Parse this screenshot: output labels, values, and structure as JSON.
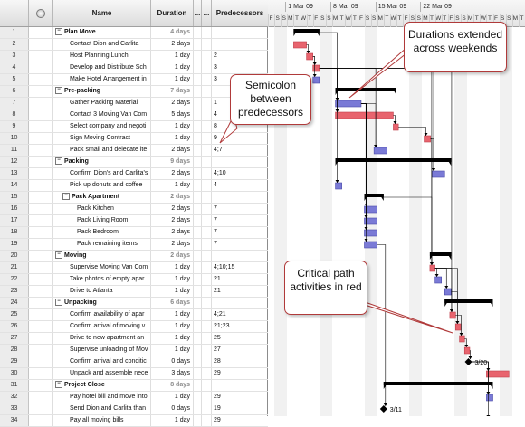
{
  "columns": {
    "number": "",
    "indicators": "",
    "name": "Name",
    "duration": "Duration",
    "extra1": "...",
    "extra2": "...",
    "predecessors": "Predecessors"
  },
  "rows": [
    {
      "id": "1",
      "name": "Plan Move",
      "duration": "4 days",
      "pred": "",
      "summary": true,
      "level": 0
    },
    {
      "id": "2",
      "name": "Contact Dion and Carlita",
      "duration": "2 days",
      "pred": "",
      "summary": false,
      "level": 1
    },
    {
      "id": "3",
      "name": "Host Planning Lunch",
      "duration": "1 day",
      "pred": "2",
      "summary": false,
      "level": 1
    },
    {
      "id": "4",
      "name": "Develop and Distribute Sch",
      "duration": "1 day",
      "pred": "3",
      "summary": false,
      "level": 1
    },
    {
      "id": "5",
      "name": "Make Hotel Arrangement in",
      "duration": "1 day",
      "pred": "3",
      "summary": false,
      "level": 1
    },
    {
      "id": "6",
      "name": "Pre-packing",
      "duration": "7 days",
      "pred": "",
      "summary": true,
      "level": 0
    },
    {
      "id": "7",
      "name": "Gather Packing Material",
      "duration": "2 days",
      "pred": "1",
      "summary": false,
      "level": 1
    },
    {
      "id": "8",
      "name": "Contact 3 Moving Van Com",
      "duration": "5 days",
      "pred": "4",
      "summary": false,
      "level": 1
    },
    {
      "id": "9",
      "name": "Select company and negoti",
      "duration": "1 day",
      "pred": "8",
      "summary": false,
      "level": 1
    },
    {
      "id": "10",
      "name": "Sign Moving Contract",
      "duration": "1 day",
      "pred": "9",
      "summary": false,
      "level": 1
    },
    {
      "id": "11",
      "name": "Pack small and delecate ite",
      "duration": "2 days",
      "pred": "4;7",
      "summary": false,
      "level": 1
    },
    {
      "id": "12",
      "name": "Packing",
      "duration": "9 days",
      "pred": "",
      "summary": true,
      "level": 0
    },
    {
      "id": "13",
      "name": "Confirm Dion's and Carlita's",
      "duration": "2 days",
      "pred": "4;10",
      "summary": false,
      "level": 1
    },
    {
      "id": "14",
      "name": "Pick up donuts and coffee",
      "duration": "1 day",
      "pred": "4",
      "summary": false,
      "level": 1
    },
    {
      "id": "15",
      "name": "Pack Apartment",
      "duration": "2 days",
      "pred": "",
      "summary": true,
      "level": 1
    },
    {
      "id": "16",
      "name": "Pack Kitchen",
      "duration": "2 days",
      "pred": "7",
      "summary": false,
      "level": 2
    },
    {
      "id": "17",
      "name": "Pack Living Room",
      "duration": "2 days",
      "pred": "7",
      "summary": false,
      "level": 2
    },
    {
      "id": "18",
      "name": "Pack Bedroom",
      "duration": "2 days",
      "pred": "7",
      "summary": false,
      "level": 2
    },
    {
      "id": "19",
      "name": "Pack remaining items",
      "duration": "2 days",
      "pred": "7",
      "summary": false,
      "level": 2
    },
    {
      "id": "20",
      "name": "Moving",
      "duration": "2 days",
      "pred": "",
      "summary": true,
      "level": 0
    },
    {
      "id": "21",
      "name": "Supervise Moving Van Com",
      "duration": "1 day",
      "pred": "4;10;15",
      "summary": false,
      "level": 1
    },
    {
      "id": "22",
      "name": "Take photos of empty apar",
      "duration": "1 day",
      "pred": "21",
      "summary": false,
      "level": 1
    },
    {
      "id": "23",
      "name": "Drive to Atlanta",
      "duration": "1 day",
      "pred": "21",
      "summary": false,
      "level": 1
    },
    {
      "id": "24",
      "name": "Unpacking",
      "duration": "6 days",
      "pred": "",
      "summary": true,
      "level": 0
    },
    {
      "id": "25",
      "name": "Confirm availability of apar",
      "duration": "1 day",
      "pred": "4;21",
      "summary": false,
      "level": 1
    },
    {
      "id": "26",
      "name": "Confirm arrival of moving v",
      "duration": "1 day",
      "pred": "21;23",
      "summary": false,
      "level": 1
    },
    {
      "id": "27",
      "name": "Drive to new apartment an",
      "duration": "1 day",
      "pred": "25",
      "summary": false,
      "level": 1
    },
    {
      "id": "28",
      "name": "Supervise unloading of Mov",
      "duration": "1 day",
      "pred": "27",
      "summary": false,
      "level": 1
    },
    {
      "id": "29",
      "name": "Confirm arrival and conditic",
      "duration": "0 days",
      "pred": "28",
      "summary": false,
      "level": 1
    },
    {
      "id": "30",
      "name": "Unpack and assemble nece",
      "duration": "3 days",
      "pred": "29",
      "summary": false,
      "level": 1
    },
    {
      "id": "31",
      "name": "Project Close",
      "duration": "8 days",
      "pred": "",
      "summary": true,
      "level": 0
    },
    {
      "id": "32",
      "name": "Pay hotel bill and move into",
      "duration": "1 day",
      "pred": "29",
      "summary": false,
      "level": 1
    },
    {
      "id": "33",
      "name": "Send Dion and Carlita than",
      "duration": "0 days",
      "pred": "19",
      "summary": false,
      "level": 1
    },
    {
      "id": "34",
      "name": "Pay all moving bills",
      "duration": "1 day",
      "pred": "29",
      "summary": false,
      "level": 1
    }
  ],
  "timescale": {
    "weeks": [
      "1 Mar 09",
      "8 Mar 09",
      "15 Mar 09",
      "22 Mar 09"
    ],
    "days": [
      "F",
      "S",
      "S",
      "M",
      "T",
      "W",
      "T",
      "F",
      "S",
      "S",
      "M",
      "T",
      "W",
      "T",
      "F",
      "S",
      "S",
      "M",
      "T",
      "W",
      "T",
      "F",
      "S",
      "S",
      "M",
      "T",
      "W",
      "T",
      "F",
      "S",
      "S",
      "M",
      "T",
      "W",
      "T",
      "F",
      "S",
      "S",
      "M",
      "T"
    ]
  },
  "bars": [
    {
      "row": 1,
      "type": "summary",
      "start": 4,
      "end": 8
    },
    {
      "row": 2,
      "type": "task",
      "critical": true,
      "start": 4,
      "end": 6
    },
    {
      "row": 3,
      "type": "task",
      "critical": true,
      "start": 6,
      "end": 7
    },
    {
      "row": 4,
      "type": "task",
      "critical": true,
      "start": 7,
      "end": 8
    },
    {
      "row": 5,
      "type": "task",
      "critical": false,
      "start": 7,
      "end": 8
    },
    {
      "row": 6,
      "type": "summary",
      "start": 10.5,
      "end": 20
    },
    {
      "row": 7,
      "type": "task",
      "critical": false,
      "start": 10.5,
      "end": 14.5
    },
    {
      "row": 8,
      "type": "task",
      "critical": true,
      "start": 10.5,
      "end": 19.5
    },
    {
      "row": 9,
      "type": "task",
      "critical": true,
      "start": 19.5,
      "end": 20.3
    },
    {
      "row": 10,
      "type": "task",
      "critical": true,
      "start": 24.3,
      "end": 25.3
    },
    {
      "row": 11,
      "type": "task",
      "critical": false,
      "start": 16.5,
      "end": 18.5
    },
    {
      "row": 12,
      "type": "summary",
      "start": 10.5,
      "end": 28.5
    },
    {
      "row": 13,
      "type": "task",
      "critical": false,
      "start": 25.5,
      "end": 27.5
    },
    {
      "row": 14,
      "type": "task",
      "critical": false,
      "start": 10.5,
      "end": 11.5
    },
    {
      "row": 15,
      "type": "summary",
      "start": 15,
      "end": 18
    },
    {
      "row": 16,
      "type": "task",
      "critical": false,
      "start": 15,
      "end": 17
    },
    {
      "row": 17,
      "type": "task",
      "critical": false,
      "start": 15,
      "end": 17
    },
    {
      "row": 18,
      "type": "task",
      "critical": false,
      "start": 15,
      "end": 17
    },
    {
      "row": 19,
      "type": "task",
      "critical": false,
      "start": 15,
      "end": 17
    },
    {
      "row": 20,
      "type": "summary",
      "start": 25.2,
      "end": 28.5
    },
    {
      "row": 21,
      "type": "task",
      "critical": true,
      "start": 25.2,
      "end": 26
    },
    {
      "row": 22,
      "type": "task",
      "critical": false,
      "start": 26,
      "end": 27
    },
    {
      "row": 23,
      "type": "task",
      "critical": false,
      "start": 27.5,
      "end": 28.5
    },
    {
      "row": 24,
      "type": "summary",
      "start": 27.5,
      "end": 35
    },
    {
      "row": 25,
      "type": "task",
      "critical": true,
      "start": 28.3,
      "end": 29.2
    },
    {
      "row": 26,
      "type": "task",
      "critical": true,
      "start": 29.2,
      "end": 30
    },
    {
      "row": 27,
      "type": "task",
      "critical": true,
      "start": 29.8,
      "end": 30.6
    },
    {
      "row": 28,
      "type": "task",
      "critical": true,
      "start": 30.6,
      "end": 31.4
    },
    {
      "row": 29,
      "type": "milestone",
      "start": 31.2,
      "label": "3/20"
    },
    {
      "row": 30,
      "type": "task",
      "critical": true,
      "start": 34,
      "end": 37.5
    },
    {
      "row": 31,
      "type": "summary",
      "start": 18,
      "end": 35
    },
    {
      "row": 32,
      "type": "task",
      "critical": false,
      "start": 34,
      "end": 35
    },
    {
      "row": 33,
      "type": "milestone",
      "start": 18,
      "label": "3/11"
    },
    {
      "row": 34,
      "type": "task",
      "critical": false,
      "start": 34,
      "end": 35
    }
  ],
  "callouts": [
    {
      "id": "weekends",
      "text": "Durations extended across weekends"
    },
    {
      "id": "semicolon",
      "text": "Semicolon between predecessors"
    },
    {
      "id": "critical",
      "text": "Critical path activities in red"
    }
  ],
  "colors": {
    "critical": "#e8646e",
    "normal": "#7a7ad6",
    "summary": "#000000",
    "link": "#000000"
  }
}
